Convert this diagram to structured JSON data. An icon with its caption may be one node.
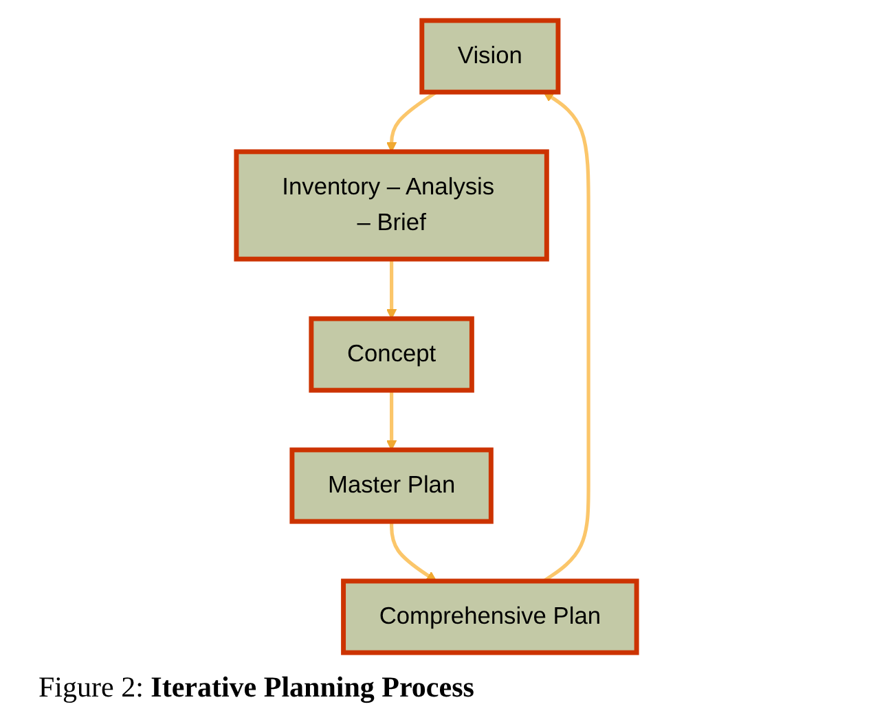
{
  "diagram": {
    "caption": "Figure 2: **Iterative Planning Process**",
    "nodes": [
      {
        "text": [
          "Vision"
        ]
      },
      {
        "text": [
          "Inventory – Analysis – Brief"
        ]
      },
      {
        "text": [
          "Concept"
        ]
      },
      {
        "text": [
          "Master Plan"
        ]
      },
      {
        "text": [
          "Comprehensive Plan"
        ]
      }
    ],
    "edges": [
      {
        "from": 0,
        "to": 1,
        "arrow": "to"
      },
      {
        "from": 1,
        "to": 2,
        "arrow": "to"
      },
      {
        "from": 2,
        "to": 3,
        "arrow": "to"
      },
      {
        "from": 3,
        "to": 4,
        "arrow": "to"
      },
      {
        "from": 4,
        "to": 0,
        "arrow": "to"
      }
    ]
  }
}
